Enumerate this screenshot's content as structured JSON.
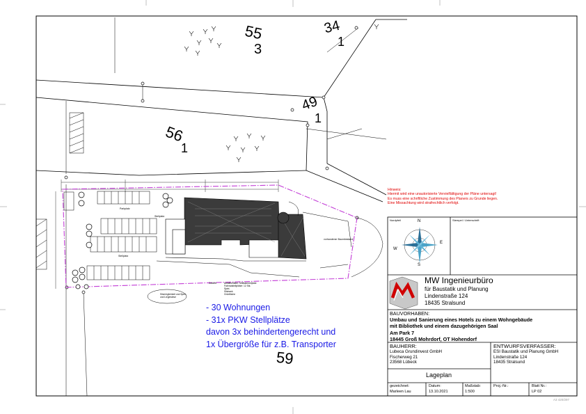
{
  "sheet": {
    "ref": "A3 420/297"
  },
  "parcels": [
    "55",
    "3",
    "34",
    "1",
    "49",
    "1",
    "56",
    "1",
    "59"
  ],
  "plan_labels": {
    "parkplatz": "Parkplatz",
    "stellplatz_a": "Stellplatz",
    "stellplatz_b": "Stellplatz",
    "bestand": "vorhandener Baumbestand",
    "zufahrt": "Zufahrt",
    "legend_block": [
      "Abfallbehälter: Müllsammelplatz",
      "Fahrradstellplätze: 12 Stk.",
      "Spiel-",
      "Sitzbank",
      "Grünfläche"
    ],
    "spiel_block": [
      "Sitzmöglichkeit und Spiel-",
      "und Liegewiese"
    ]
  },
  "notice": {
    "title": "Hinweis:",
    "lines": [
      "Hiermit wird eine unautorisierte Vervielfältigung der Pläne untersagt!",
      "Es muss eine schriftliche Zustimmung des Planers zu Grunde liegen.",
      "Eine Missachtung wird strafrechtlich verfolgt."
    ]
  },
  "summary": {
    "line1": "-      30 Wohnungen",
    "line2": "-      31x PKW Stellplätze",
    "line3": "davon 3x behindertengerecht und",
    "line4": "1x Übergröße für z.B. Transporter"
  },
  "titleblock": {
    "nordpfeil": "Nordpfeil",
    "stempel": "Stempel / Unterschrift",
    "compass": {
      "n": "N",
      "s": "S",
      "e": "E",
      "w": "W"
    },
    "office": {
      "name": "MW Ingenieurbüro",
      "sub": "für Baustatik und Planung",
      "street": "Lindenstraße 124",
      "city": "18435 Stralsund"
    },
    "bauvorhaben": {
      "label": "BAUVORHABEN:",
      "line1": "Umbau und Sanierung eines Hotels zu einem Wohngebäude",
      "line2": "mit Bibliothek und einem dazugehörigen Saal",
      "line3": "Am Park 7",
      "line4": "18445 Groß Mohrdorf, OT Hohendorf"
    },
    "bauherr": {
      "label": "BAUHERR:",
      "l1": "Lubeca Grundinvest GmbH",
      "l2": "Fischerweg 21",
      "l3": "23568 Lübeck"
    },
    "verfasser": {
      "label": "ENTWURFSVERFASSER:",
      "l1": "ESI Baustatik und Planung GmbH",
      "l2": "Lindenstraße 124",
      "l3": "18435 Stralsund"
    },
    "plan_title": "Lageplan",
    "fields": {
      "gez_label": "gezeichnet:",
      "gez_value": "Marleen Lau",
      "datum_label": "Datum:",
      "datum_value": "13.10.2021",
      "mass_label": "Maßstab:",
      "mass_value": "1:500",
      "proj_label": "Proj.-Nr.:",
      "proj_value": "",
      "blatt_label": "Blatt Nr.:",
      "blatt_value": "LP 02"
    }
  },
  "colors": {
    "site_boundary": "#c23bd6",
    "notice": "#e00000",
    "summary": "#1a1ae6"
  }
}
